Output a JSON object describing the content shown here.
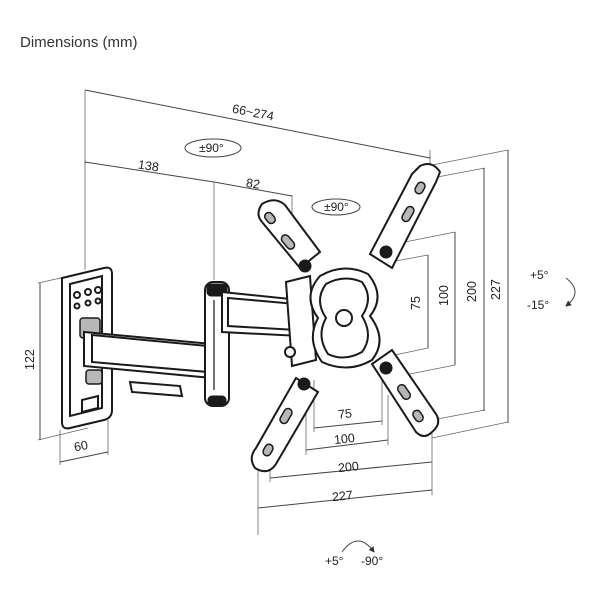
{
  "title": "Dimensions (mm)",
  "dimensions": {
    "reach": "66~274",
    "arm_length": "138",
    "plate_offset": "82",
    "wall_plate_height": "122",
    "wall_plate_width": "60",
    "vesa_h_75": "75",
    "vesa_h_100": "100",
    "vesa_h_200": "200",
    "vesa_h_227": "227",
    "vesa_v_75": "75",
    "vesa_v_100": "100",
    "vesa_v_200": "200",
    "vesa_v_227": "227"
  },
  "rotations": {
    "arm_swivel": "±90°",
    "plate_rotation": "±90°",
    "tilt_up": "+5°",
    "tilt_down": "-15°",
    "swivel_left": "+5°",
    "swivel_right": "-90°"
  },
  "icons": [
    "rotate-arrow-icon",
    "tilt-arrow-icon",
    "swivel-arrow-icon"
  ]
}
